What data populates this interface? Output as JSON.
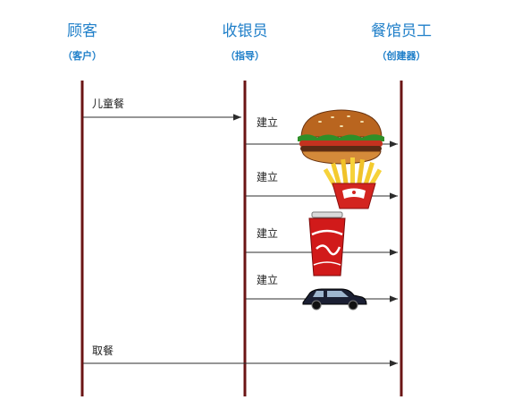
{
  "roles": {
    "customer": {
      "title": "顾客",
      "subtitle": "（客户）"
    },
    "cashier": {
      "title": "收银员",
      "subtitle": "（指导）"
    },
    "staff": {
      "title": "餐馆员工",
      "subtitle": "（创建器）"
    }
  },
  "messages": {
    "order": "儿童餐",
    "build_burger": "建立",
    "build_fries": "建立",
    "build_drink": "建立",
    "build_toy": "建立",
    "pickup": "取餐"
  },
  "colors": {
    "role_text": "#1f7fc9",
    "lifeline": "#6b1414",
    "arrow": "#2c2c2c"
  },
  "icons": {
    "burger": "burger-icon",
    "fries": "fries-icon",
    "drink": "cola-cup-icon",
    "toy": "toy-car-icon"
  }
}
